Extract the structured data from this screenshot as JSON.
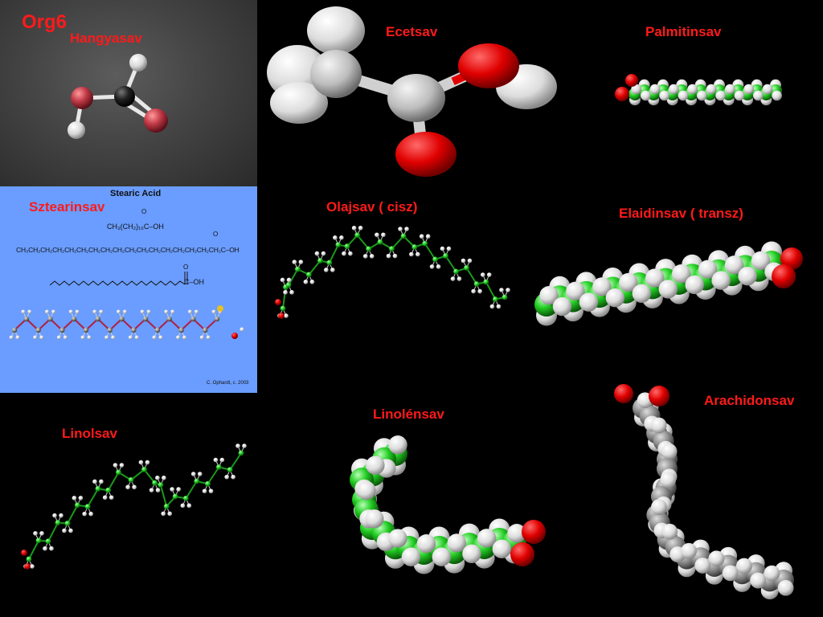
{
  "labels": {
    "org": "Org6",
    "hangyasav": "Hangyasav",
    "ecetsav": "Ecetsav",
    "palmitinsav": "Palmitinsav",
    "sztearinsav": "Sztearinsav",
    "olajsav": "Olajsav ( cisz)",
    "elaidinsav": "Elaidinsav ( transz)",
    "linolsav": "Linolsav",
    "linolensav": "Linolénsav",
    "arachidonsav": "Arachidonsav"
  },
  "stearic_panel": {
    "title": "Stearic Acid",
    "carbonyl_o": "O",
    "condensed_formula": "CH₃(CH₂)₁₆C–OH",
    "full_formula": "CH₃CH₂CH₂CH₂CH₂CH₂CH₂CH₂CH₂CH₂CH₂CH₂CH₂CH₂CH₂CH₂CH₂C–OH",
    "skeletal_suffix": "C–OH",
    "credit": "C. Ophardt, c. 2003"
  },
  "colors": {
    "label": "#ff1a1a",
    "background": "#000000",
    "stearic_panel": "#6a9dff",
    "carbon_green": "#22cc22",
    "carbon_gray": "#888888",
    "oxygen": "#dd0000",
    "hydrogen": "#f2f2f2"
  }
}
